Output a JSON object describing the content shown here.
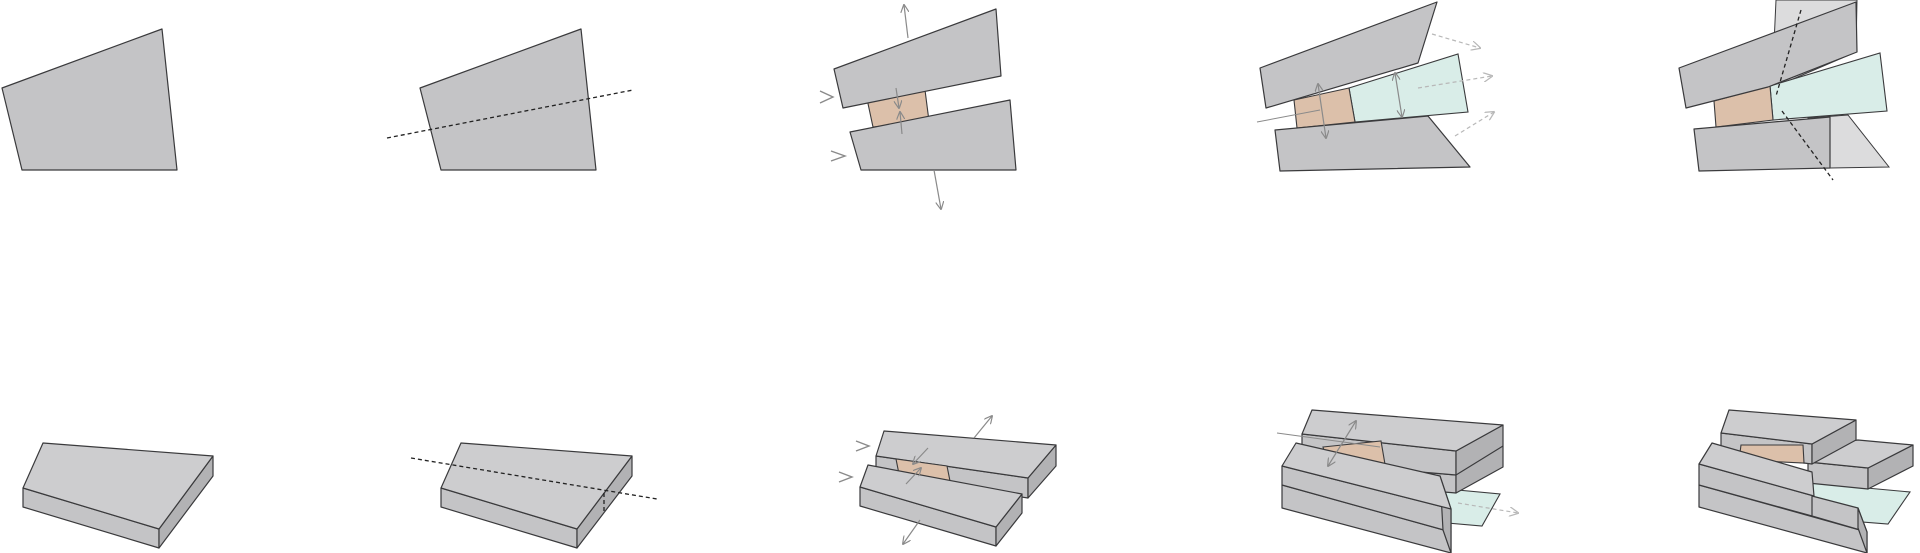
{
  "diagram": {
    "colors": {
      "block": "#c4c4c6",
      "block_side": "#b2b2b4",
      "block_top": "#cdcdcf",
      "stroke": "#3a3a3c",
      "core": "#dcc0aa",
      "extension": "#d9ede8",
      "ghost": "#dcdcdd",
      "arrow": "#8a8a8a",
      "arrow_light": "#b8b8b8",
      "cut_line": "#222222"
    },
    "rows": [
      {
        "view": "plan",
        "steps": [
          {
            "step": 1,
            "elements": [
              "block"
            ]
          },
          {
            "step": 2,
            "elements": [
              "block",
              "cut-line"
            ]
          },
          {
            "step": 3,
            "elements": [
              "upper-block",
              "lower-block",
              "core",
              "push-arrows",
              "entry-arrows"
            ]
          },
          {
            "step": 4,
            "elements": [
              "upper-block",
              "lower-block",
              "core",
              "extension",
              "extend-arrows"
            ]
          },
          {
            "step": 5,
            "elements": [
              "upper-block",
              "lower-block",
              "core",
              "extension",
              "ghost-planes",
              "cut-lines"
            ]
          }
        ]
      },
      {
        "view": "axonometric",
        "steps": [
          {
            "step": 1,
            "elements": [
              "block"
            ]
          },
          {
            "step": 2,
            "elements": [
              "block",
              "cut-line"
            ]
          },
          {
            "step": 3,
            "elements": [
              "upper-block",
              "lower-block",
              "core",
              "push-arrows",
              "entry-arrows"
            ]
          },
          {
            "step": 4,
            "elements": [
              "upper-block",
              "lower-block",
              "core",
              "extension",
              "extend-arrows"
            ]
          },
          {
            "step": 5,
            "elements": [
              "upper-block",
              "lower-block",
              "core",
              "extension",
              "stepped-blocks"
            ]
          }
        ]
      }
    ]
  }
}
